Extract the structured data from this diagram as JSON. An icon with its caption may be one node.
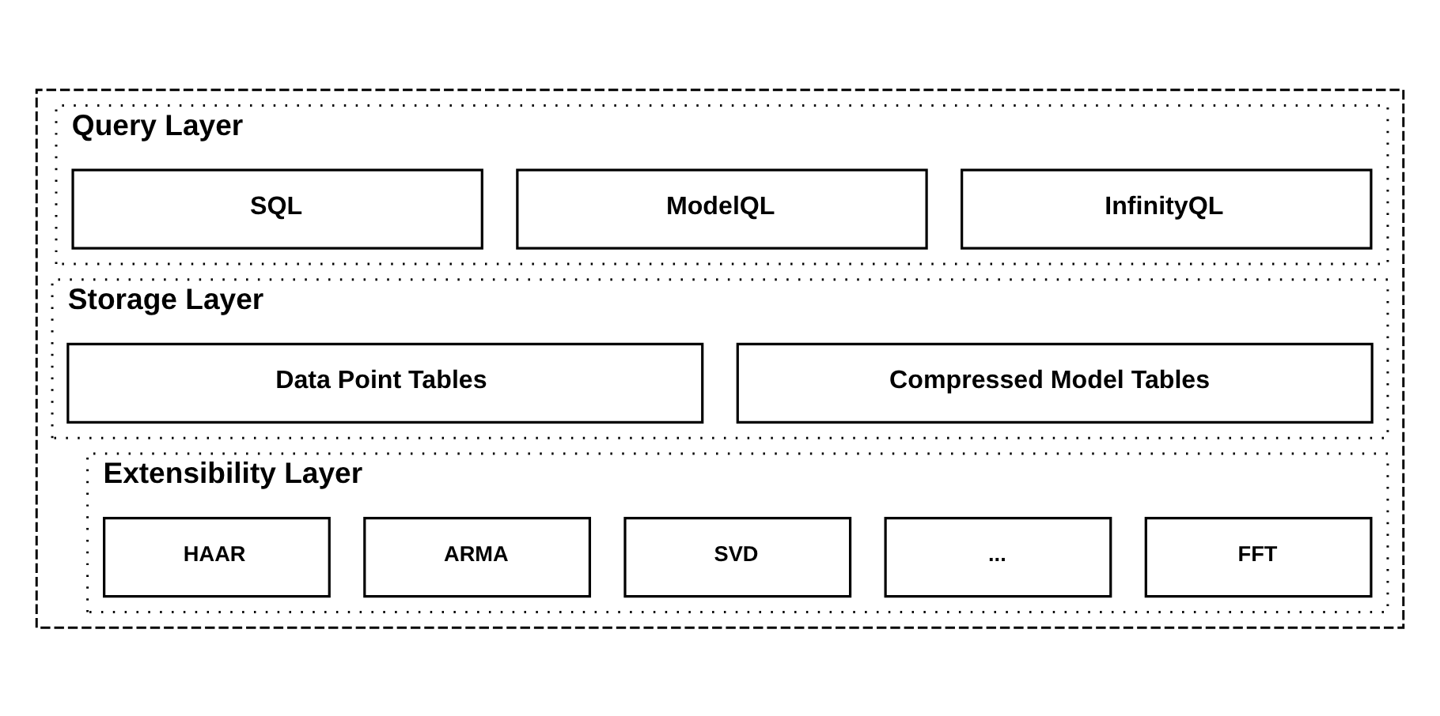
{
  "diagram": {
    "nodes": [
      {
        "text": [],
        "shape": "box"
      },
      {
        "text": [
          "Query Layer"
        ],
        "in": 0
      },
      {
        "text": [
          "SQL"
        ],
        "in": 1
      },
      {
        "text": [
          "ModelQL"
        ],
        "in": 1
      },
      {
        "text": [
          "InfinityQL"
        ],
        "in": 1
      },
      {
        "text": [
          "Storage Layer"
        ],
        "in": 0
      },
      {
        "text": [
          "Data Point Tables"
        ],
        "in": 5
      },
      {
        "text": [
          "Compressed Model Tables"
        ],
        "in": 5
      },
      {
        "text": [
          "Extensibility Layer"
        ],
        "in": 0
      },
      {
        "text": [
          "HAAR"
        ],
        "in": 8
      },
      {
        "text": [
          "ARMA"
        ],
        "in": 8
      },
      {
        "text": [
          "SVD"
        ],
        "in": 8
      },
      {
        "text": [
          "..."
        ],
        "in": 8
      },
      {
        "text": [
          "FFT"
        ],
        "in": 8
      }
    ],
    "edges": []
  }
}
